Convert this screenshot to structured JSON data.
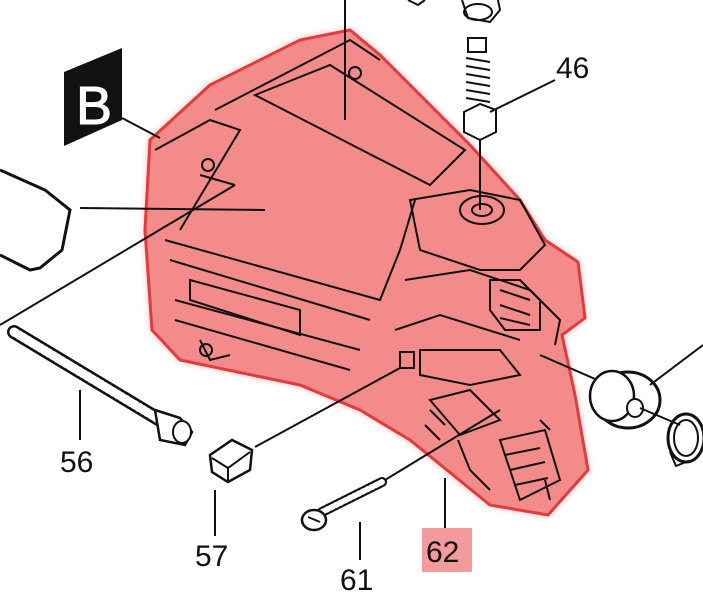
{
  "diagram": {
    "section_letter": "B",
    "highlight_color": "#f08a8a",
    "highlight_stroke": "#e23b3b",
    "callouts": {
      "c46": "46",
      "c56": "56",
      "c57": "57",
      "c61": "61",
      "c62": "62"
    },
    "highlighted_callout": "62"
  }
}
